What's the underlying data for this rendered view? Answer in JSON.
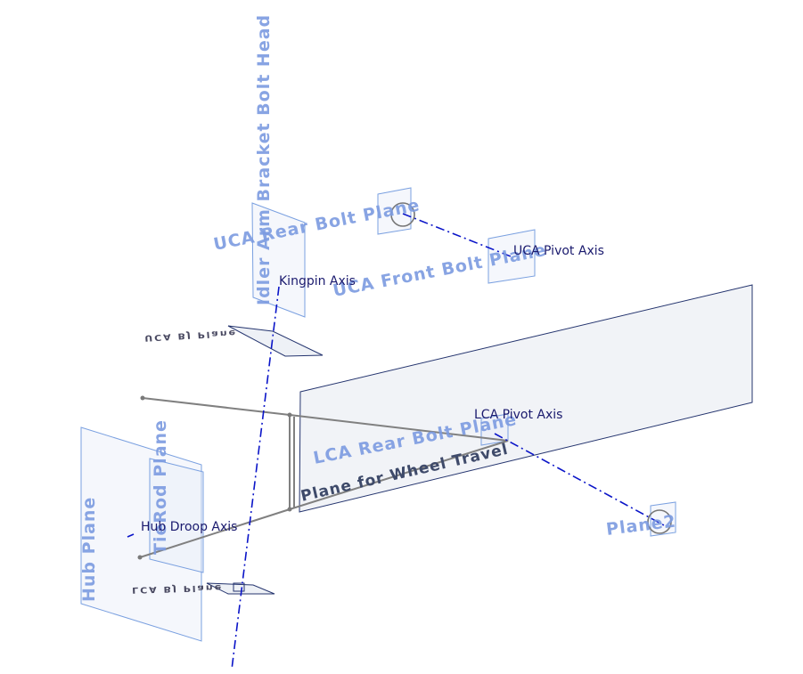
{
  "labels": {
    "idler_arm_bracket": "Idler Arm Bracket Bolt Head",
    "uca_rear_bolt_plane": "UCA Rear Bolt Plane",
    "uca_front_bolt_plane": "UCA Front Bolt Plane",
    "uca_bj_plane": "UCA BJ Plane",
    "lca_rear_bolt_plane": "LCA Rear Bolt Plane",
    "plane_for_wheel_travel": "Plane for Wheel Travel",
    "tierod_plane": "TieRod Plane",
    "hub_plane": "Hub Plane",
    "lca_bj_plane": "LCA BJ Plane",
    "plane2": "Plane2"
  },
  "axes": {
    "kingpin": "Kingpin Axis",
    "uca_pivot": "UCA Pivot Axis",
    "lca_pivot": "LCA Pivot Axis",
    "hub_droop": "Hub Droop Axis"
  },
  "colors": {
    "plane_label": "#7b9ae0",
    "axis_line": "#0a14c8",
    "axis_text": "#1a1a6e",
    "plane_edge": "#24346e",
    "linkage": "#808080"
  }
}
